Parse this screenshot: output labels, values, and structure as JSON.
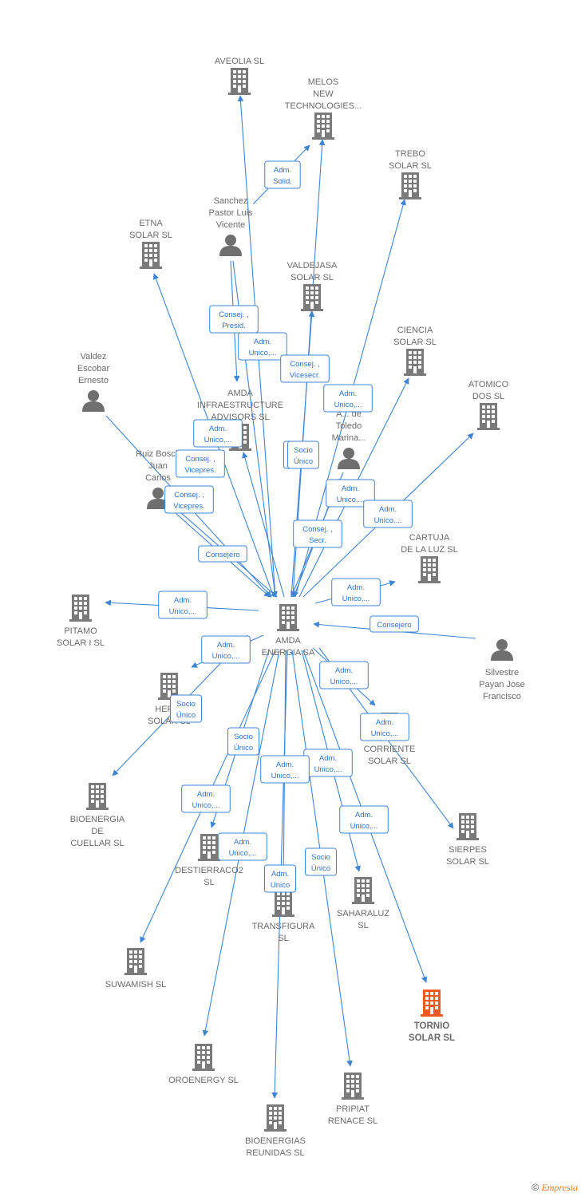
{
  "colors": {
    "edge": "#3f85d6",
    "company": "#7a7a7a",
    "person": "#6f6f6f",
    "highlight": "#ee5a24"
  },
  "nodes": {
    "aveolia": {
      "lines": [
        "AVEOLIA  SL"
      ],
      "kind": "company"
    },
    "melos": {
      "lines": [
        "MELOS",
        "NEW",
        "TECHNOLOGIES..."
      ],
      "kind": "company"
    },
    "trebo": {
      "lines": [
        "TREBO",
        "SOLAR  SL"
      ],
      "kind": "company"
    },
    "sanchez": {
      "lines": [
        "Sanchez",
        "Pastor Luis",
        "Vicente"
      ],
      "kind": "person"
    },
    "etna": {
      "lines": [
        "ETNA",
        "SOLAR  SL"
      ],
      "kind": "company"
    },
    "valdejasa": {
      "lines": [
        "VALDEJASA",
        "SOLAR  SL"
      ],
      "kind": "company"
    },
    "ciencia": {
      "lines": [
        "CIENCIA",
        "SOLAR  SL"
      ],
      "kind": "company"
    },
    "valdez": {
      "lines": [
        "Valdez",
        "Escobar",
        "Ernesto"
      ],
      "kind": "person"
    },
    "amdainfra": {
      "lines": [
        "AMDA",
        "INFRAESTRUCTURE",
        "ADVISORS  SL"
      ],
      "kind": "company"
    },
    "atomico": {
      "lines": [
        "ATOMICO",
        "DOS  SL"
      ],
      "kind": "company"
    },
    "toledo": {
      "lines": [
        "A... de",
        "Toledo",
        "Marina..."
      ],
      "kind": "person"
    },
    "ruiz": {
      "lines": [
        "Ruiz Bosch",
        "Juan",
        "Carlos"
      ],
      "kind": "person"
    },
    "cartuja": {
      "lines": [
        "CARTUJA",
        "DE LA LUZ  SL"
      ],
      "kind": "company"
    },
    "pitamo": {
      "lines": [
        "PITAMO",
        "SOLAR I  SL"
      ],
      "kind": "company"
    },
    "amda": {
      "lines": [
        "AMDA",
        "ENERGIA SA"
      ],
      "kind": "company"
    },
    "silvestre": {
      "lines": [
        "Silvestre",
        "Payan Jose",
        "Francisco"
      ],
      "kind": "person"
    },
    "heri": {
      "lines": [
        "HERI...",
        "SOLAR  SL"
      ],
      "kind": "company"
    },
    "corriente": {
      "lines": [
        "CORRIENTE",
        "SOLAR  SL"
      ],
      "kind": "company"
    },
    "bioenergia": {
      "lines": [
        "BIOENERGIA",
        "DE",
        "CUELLAR SL"
      ],
      "kind": "company"
    },
    "sierpes": {
      "lines": [
        "SIERPES",
        "SOLAR  SL"
      ],
      "kind": "company"
    },
    "destierro": {
      "lines": [
        "DESTIERRACO2",
        "SL"
      ],
      "kind": "company"
    },
    "transfigura": {
      "lines": [
        "TRANSFIGURA",
        "SL"
      ],
      "kind": "company"
    },
    "saharaluz": {
      "lines": [
        "SAHARALUZ",
        "SL"
      ],
      "kind": "company"
    },
    "suwamish": {
      "lines": [
        "SUWAMISH  SL"
      ],
      "kind": "company"
    },
    "tornio": {
      "lines": [
        "TORNIO",
        "SOLAR  SL"
      ],
      "kind": "highlight"
    },
    "oroenergy": {
      "lines": [
        "OROENERGY SL"
      ],
      "kind": "company"
    },
    "pripiat": {
      "lines": [
        "PRIPIAT",
        "RENACE  SL"
      ],
      "kind": "company"
    },
    "bioreunidas": {
      "lines": [
        "BIOENERGIAS",
        "REUNIDAS SL"
      ],
      "kind": "company"
    }
  },
  "relations": [
    {
      "from": "sanchez",
      "to": "melos",
      "label": [
        "Adm.",
        "Solid."
      ]
    },
    {
      "from": "sanchez",
      "to": "amdainfra",
      "label": [
        "Consej. ,",
        "Presid."
      ]
    },
    {
      "from": "sanchez",
      "to": "amda",
      "label": [
        "Adm.",
        "Unico,..."
      ]
    },
    {
      "from": "amda",
      "to": "aveolia",
      "label": []
    },
    {
      "from": "amda",
      "to": "melos",
      "label": []
    },
    {
      "from": "amda",
      "to": "trebo",
      "label": [
        "Adm.",
        "Unico,..."
      ]
    },
    {
      "from": "amda",
      "to": "valdejasa",
      "label": [
        "Consej. ,",
        "Vicesecr."
      ]
    },
    {
      "from": "amda",
      "to": "ciencia",
      "label": [
        "Adm.",
        "Unico,..."
      ]
    },
    {
      "from": "amda",
      "to": "atomico",
      "label": [
        "Adm.",
        "Unico,..."
      ]
    },
    {
      "from": "amda",
      "to": "cartuja",
      "label": [
        "Adm.",
        "Unico,..."
      ]
    },
    {
      "from": "amda",
      "to": "pitamo",
      "label": [
        "Adm.",
        "Unico,..."
      ]
    },
    {
      "from": "amda",
      "to": "etna",
      "label": [
        "Adm.",
        "Unico,..."
      ]
    },
    {
      "from": "amda",
      "to": "amdainfra",
      "label": [
        "Socio",
        "Único"
      ]
    },
    {
      "from": "valdez",
      "to": "amda",
      "label": [
        "Consej. ,",
        "Vicepres."
      ]
    },
    {
      "from": "ruiz",
      "to": "amda",
      "label": [
        "Consej. ,",
        "Vicepres."
      ]
    },
    {
      "from": "ruiz",
      "to": "amda",
      "label": [
        "Consejero"
      ]
    },
    {
      "from": "toledo",
      "to": "amda",
      "label": [
        "Consej. ,",
        "Secr."
      ]
    },
    {
      "from": "toledo",
      "to": "amda",
      "label": [
        "Socio",
        "Único"
      ]
    },
    {
      "from": "silvestre",
      "to": "amda",
      "label": [
        "Consejero"
      ]
    },
    {
      "from": "amda",
      "to": "heri",
      "label": [
        "Adm.",
        "Unico,..."
      ]
    },
    {
      "from": "amda",
      "to": "bioenergia",
      "label": [
        "Socio",
        "Único"
      ]
    },
    {
      "from": "amda",
      "to": "corriente",
      "label": [
        "Adm.",
        "Unico,..."
      ]
    },
    {
      "from": "amda",
      "to": "sierpes",
      "label": [
        "Adm.",
        "Unico,..."
      ]
    },
    {
      "from": "amda",
      "to": "destierro",
      "label": [
        "Socio",
        "Único"
      ]
    },
    {
      "from": "amda",
      "to": "suwamish",
      "label": [
        "Adm.",
        "Unico,..."
      ]
    },
    {
      "from": "amda",
      "to": "transfigura",
      "label": [
        "Adm.",
        "Unico"
      ]
    },
    {
      "from": "amda",
      "to": "saharaluz",
      "label": [
        "Adm.",
        "Unico,..."
      ]
    },
    {
      "from": "amda",
      "to": "tornio",
      "label": [
        "Adm.",
        "Unico,..."
      ]
    },
    {
      "from": "amda",
      "to": "oroenergy",
      "label": [
        "Adm.",
        "Unico,..."
      ]
    },
    {
      "from": "amda",
      "to": "pripiat",
      "label": [
        "Socio",
        "Único"
      ]
    },
    {
      "from": "amda",
      "to": "bioreunidas",
      "label": [
        "Adm.",
        "Unico,..."
      ]
    }
  ],
  "watermark": {
    "symbol": "©",
    "brand": "Empresia"
  }
}
